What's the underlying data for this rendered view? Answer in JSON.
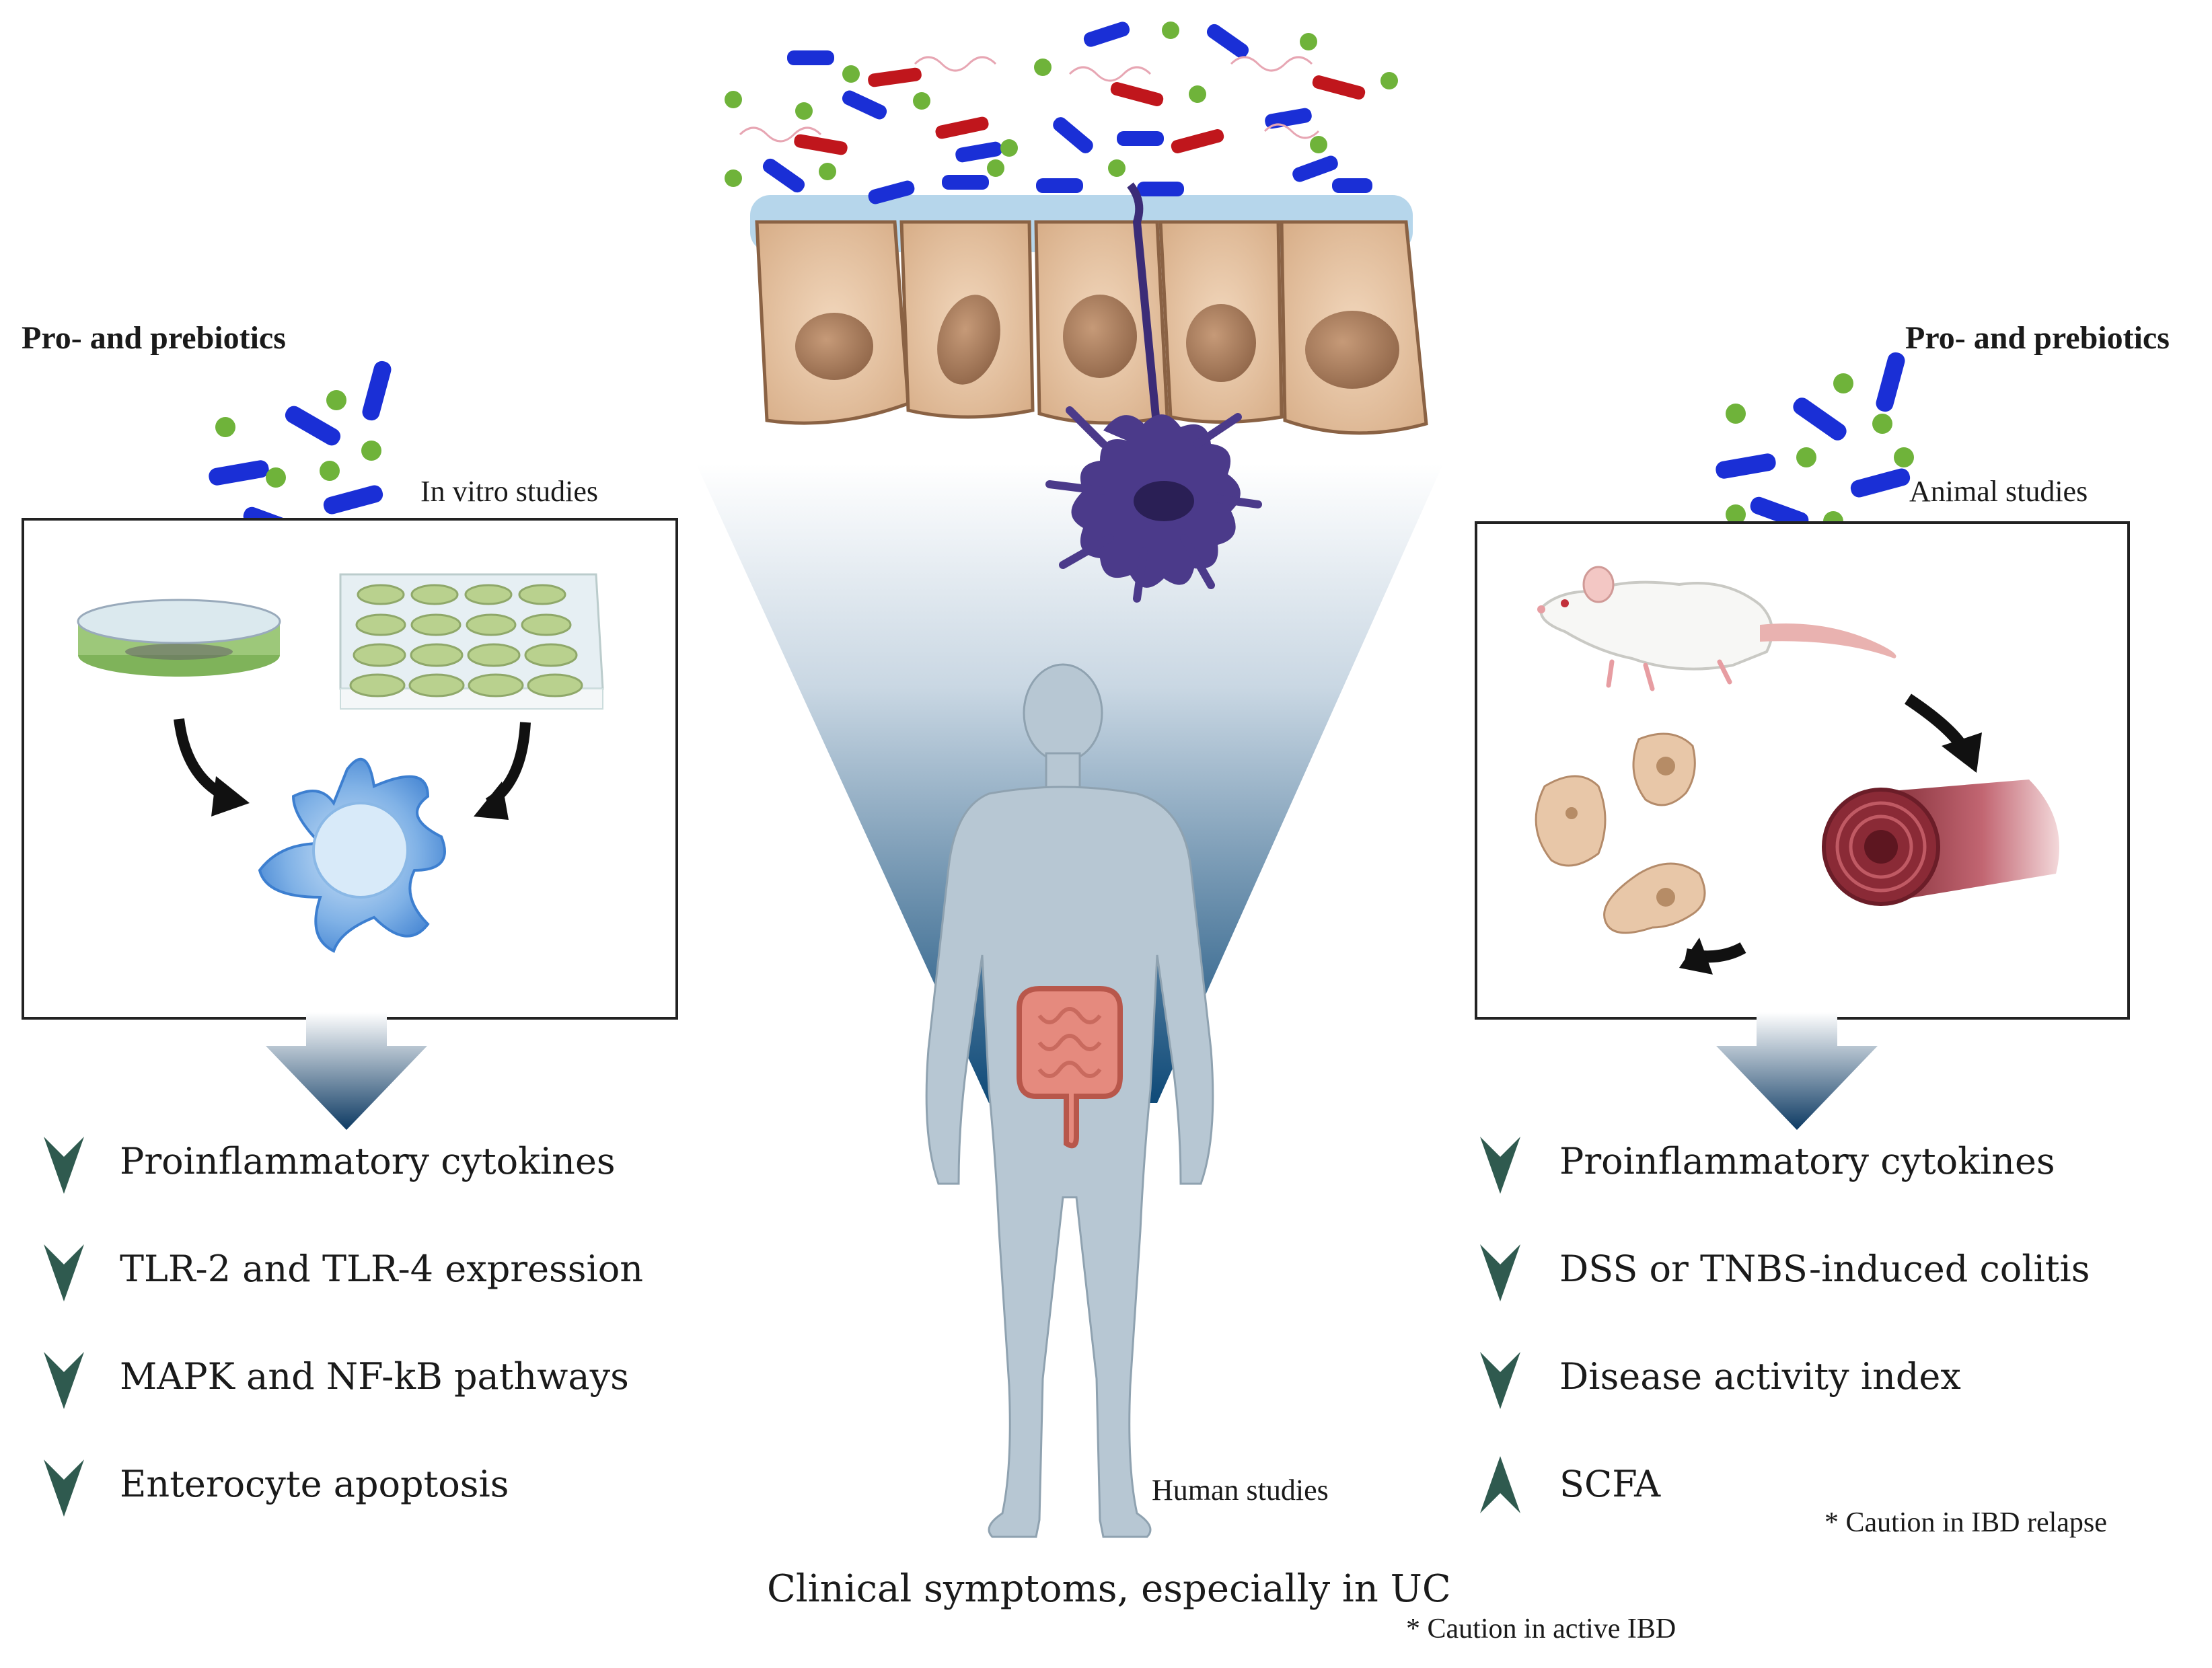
{
  "left": {
    "heading": "Pro- and prebiotics",
    "study_label": "In vitro studies",
    "outcomes": [
      {
        "direction": "down",
        "text": "Proinflammatory cytokines"
      },
      {
        "direction": "down",
        "text": "TLR-2 and TLR-4 expression"
      },
      {
        "direction": "down",
        "text": "MAPK and NF-kB pathways"
      },
      {
        "direction": "down",
        "text": "Enterocyte apoptosis"
      }
    ]
  },
  "center": {
    "study_label": "Human studies",
    "outcome": "Clinical symptoms, especially in UC",
    "note": "* Caution in active IBD"
  },
  "right": {
    "heading": "Pro- and prebiotics",
    "study_label": "Animal studies",
    "outcomes": [
      {
        "direction": "down",
        "text": "Proinflammatory cytokines"
      },
      {
        "direction": "down",
        "text": "DSS or TNBS-induced colitis"
      },
      {
        "direction": "down",
        "text": "Disease activity index"
      },
      {
        "direction": "up",
        "text": "SCFA"
      }
    ],
    "note": "* Caution in IBD relapse"
  },
  "colors": {
    "probiotic_rod_blue": "#1a2fd6",
    "probiotic_rod_red": "#c0161c",
    "prebiotic_dot_green": "#6fb33a",
    "arrow_gradient_top": "#ffffff",
    "arrow_gradient_bottom": "#0d3a63",
    "chevron_green": "#2f5a4f",
    "cell_tan": "#e8c7a8",
    "dendritic_purple": "#4b3a8a",
    "body_silhouette": "#b7c7d3",
    "intestine_pink": "#e58a7e"
  },
  "icons": [
    "probiotic-rod-icon",
    "prebiotic-dot-icon",
    "petri-dish-icon",
    "well-plate-icon",
    "organoid-icon",
    "rat-icon",
    "colon-tube-icon",
    "dendritic-cell-icon",
    "epithelium-icon",
    "human-silhouette-icon",
    "chevron-down-icon",
    "chevron-up-icon"
  ]
}
